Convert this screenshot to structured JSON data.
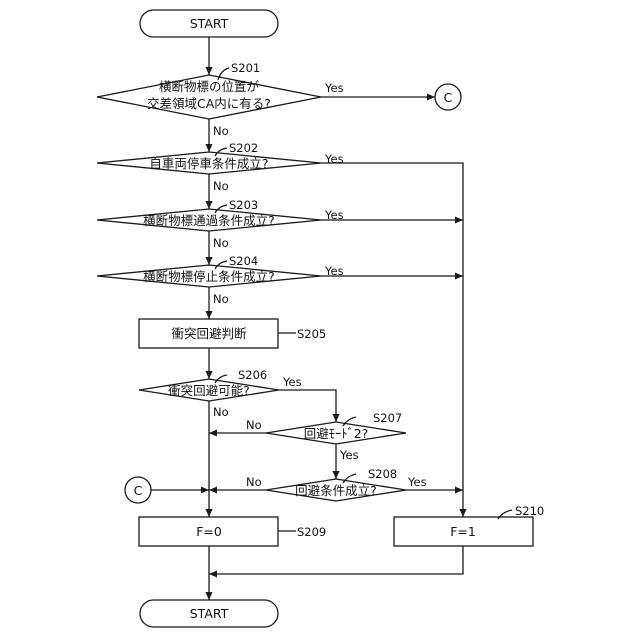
{
  "flowchart": {
    "start": "START",
    "end": "START",
    "s201": {
      "id": "S201",
      "line1": "横断物標の位置が",
      "line2": "交差領域CA内に有る?"
    },
    "s202": {
      "id": "S202",
      "text": "自車両停車条件成立?"
    },
    "s203": {
      "id": "S203",
      "text": "横断物標通過条件成立?"
    },
    "s204": {
      "id": "S204",
      "text": "横断物標停止条件成立?"
    },
    "s205": {
      "id": "S205",
      "text": "衝突回避判断"
    },
    "s206": {
      "id": "S206",
      "text": "衝突回避可能?"
    },
    "s207": {
      "id": "S207",
      "text": "回避ﾓｰﾄﾞ2?"
    },
    "s208": {
      "id": "S208",
      "text": "回避条件成立?"
    },
    "s209": {
      "id": "S209",
      "text": "F=0"
    },
    "s210": {
      "id": "S210",
      "text": "F=1"
    },
    "connector": "C",
    "yes": "Yes",
    "no": "No"
  }
}
